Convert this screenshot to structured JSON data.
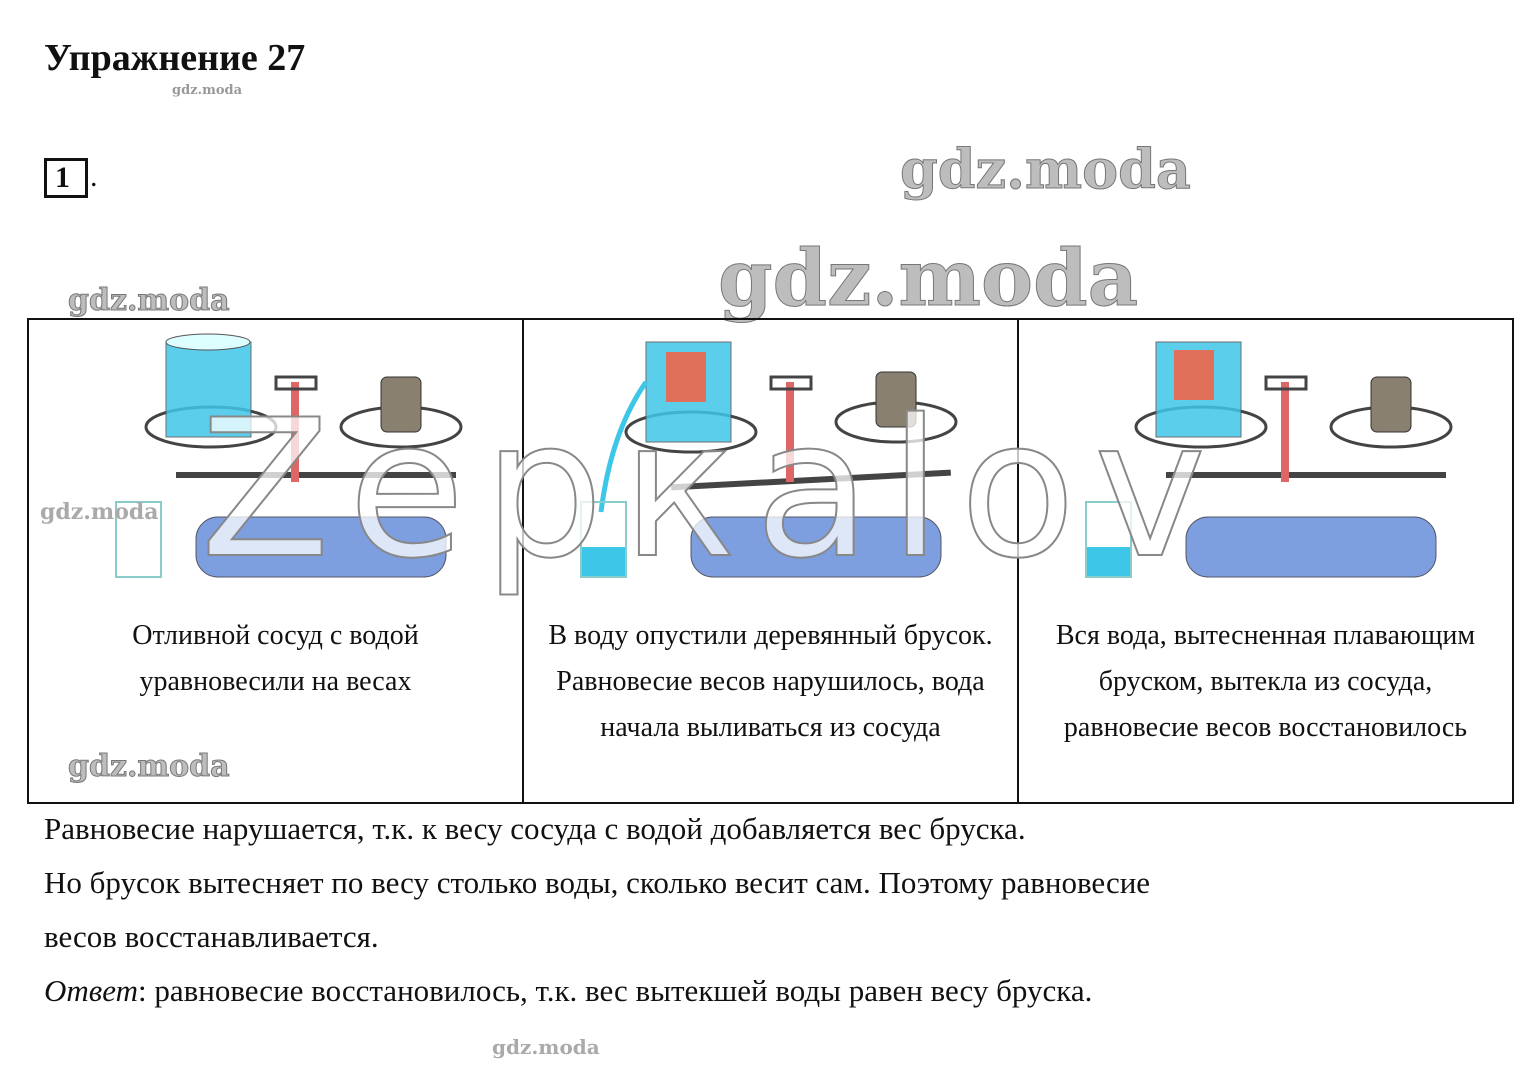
{
  "title": "Упражнение 27",
  "task_number": "1",
  "task_number_suffix": ".",
  "experiment": {
    "cells": [
      {
        "caption": "Отливной сосуд с водой уравновесили на весах"
      },
      {
        "caption": "В воду опустили деревянный брусок. Равновесие весов нарушилось, вода начала выливаться из сосуда"
      },
      {
        "caption": "Вся вода, вытесненная плавающим бруском, вытекла из сосуда, равновесие весов восстановилось"
      }
    ]
  },
  "explanation": [
    "Равновесие нарушается, т.к. к весу сосуда с водой добавляется вес бруска.",
    "Но брусок вытесняет по весу столько воды, сколько весит сам. Поэтому равновесие",
    "весов восстанавливается."
  ],
  "answer": {
    "label": "Ответ",
    "text": ": равновесие восстановилось, т.к. вес вытекшей воды равен весу бруска."
  },
  "watermarks": {
    "site": "gdz.moda",
    "big": "Zeркalov"
  },
  "colors": {
    "water": "#3ec6e8",
    "block": "#e0705a",
    "base": "#7d9fe0"
  }
}
